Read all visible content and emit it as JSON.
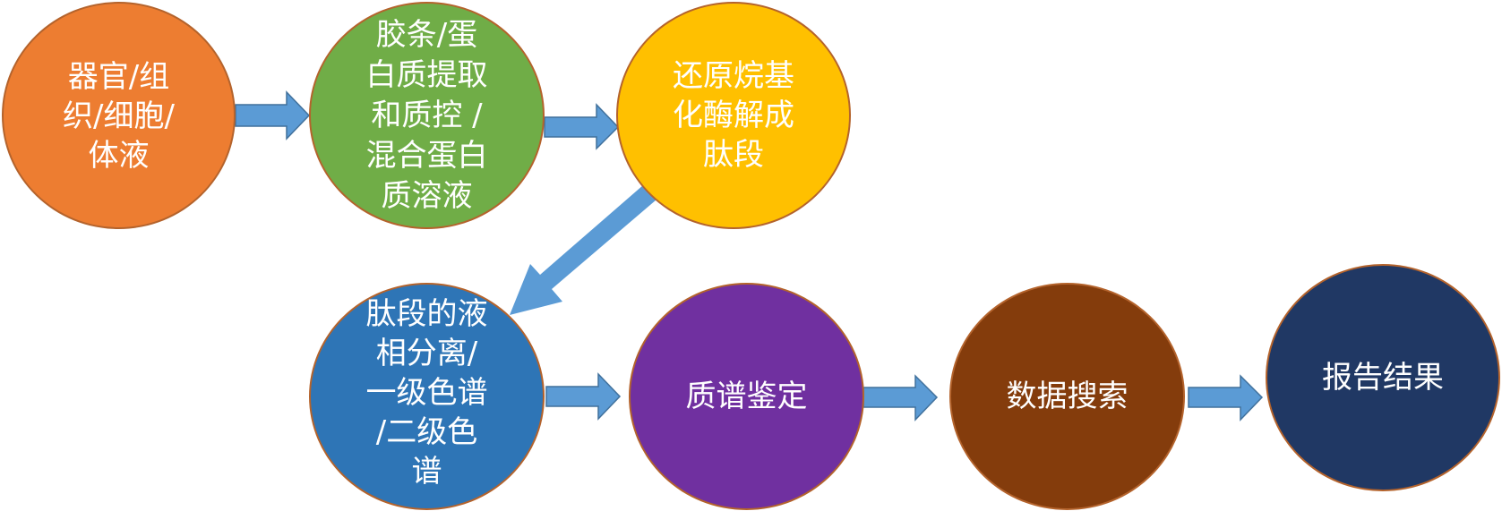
{
  "diagram": {
    "type": "flowchart",
    "nodes": [
      {
        "id": "n1",
        "label": "器官/组\n织/细胞/\n体液",
        "color": "#ed7d31"
      },
      {
        "id": "n2",
        "label": "胶条/蛋\n白质提取\n和质控 /\n混合蛋白\n质溶液",
        "color": "#70ad47"
      },
      {
        "id": "n3",
        "label": "还原烷基\n化酶解成\n肽段",
        "color": "#ffc000"
      },
      {
        "id": "n4",
        "label": "肽段的液\n相分离/\n一级色谱\n/二级色\n谱",
        "color": "#2e75b6"
      },
      {
        "id": "n5",
        "label": "质谱鉴定",
        "color": "#7030a0"
      },
      {
        "id": "n6",
        "label": "数据搜索",
        "color": "#843c0c"
      },
      {
        "id": "n7",
        "label": "报告结果",
        "color": "#203864"
      }
    ],
    "edges": [
      {
        "from": "n1",
        "to": "n2"
      },
      {
        "from": "n2",
        "to": "n3"
      },
      {
        "from": "n3",
        "to": "n4"
      },
      {
        "from": "n4",
        "to": "n5"
      },
      {
        "from": "n5",
        "to": "n6"
      },
      {
        "from": "n6",
        "to": "n7"
      }
    ],
    "colors": {
      "node_border": "#b4632c",
      "arrow_fill": "#5b9bd5",
      "arrow_stroke": "#41719c",
      "text": "#ffffff"
    }
  }
}
